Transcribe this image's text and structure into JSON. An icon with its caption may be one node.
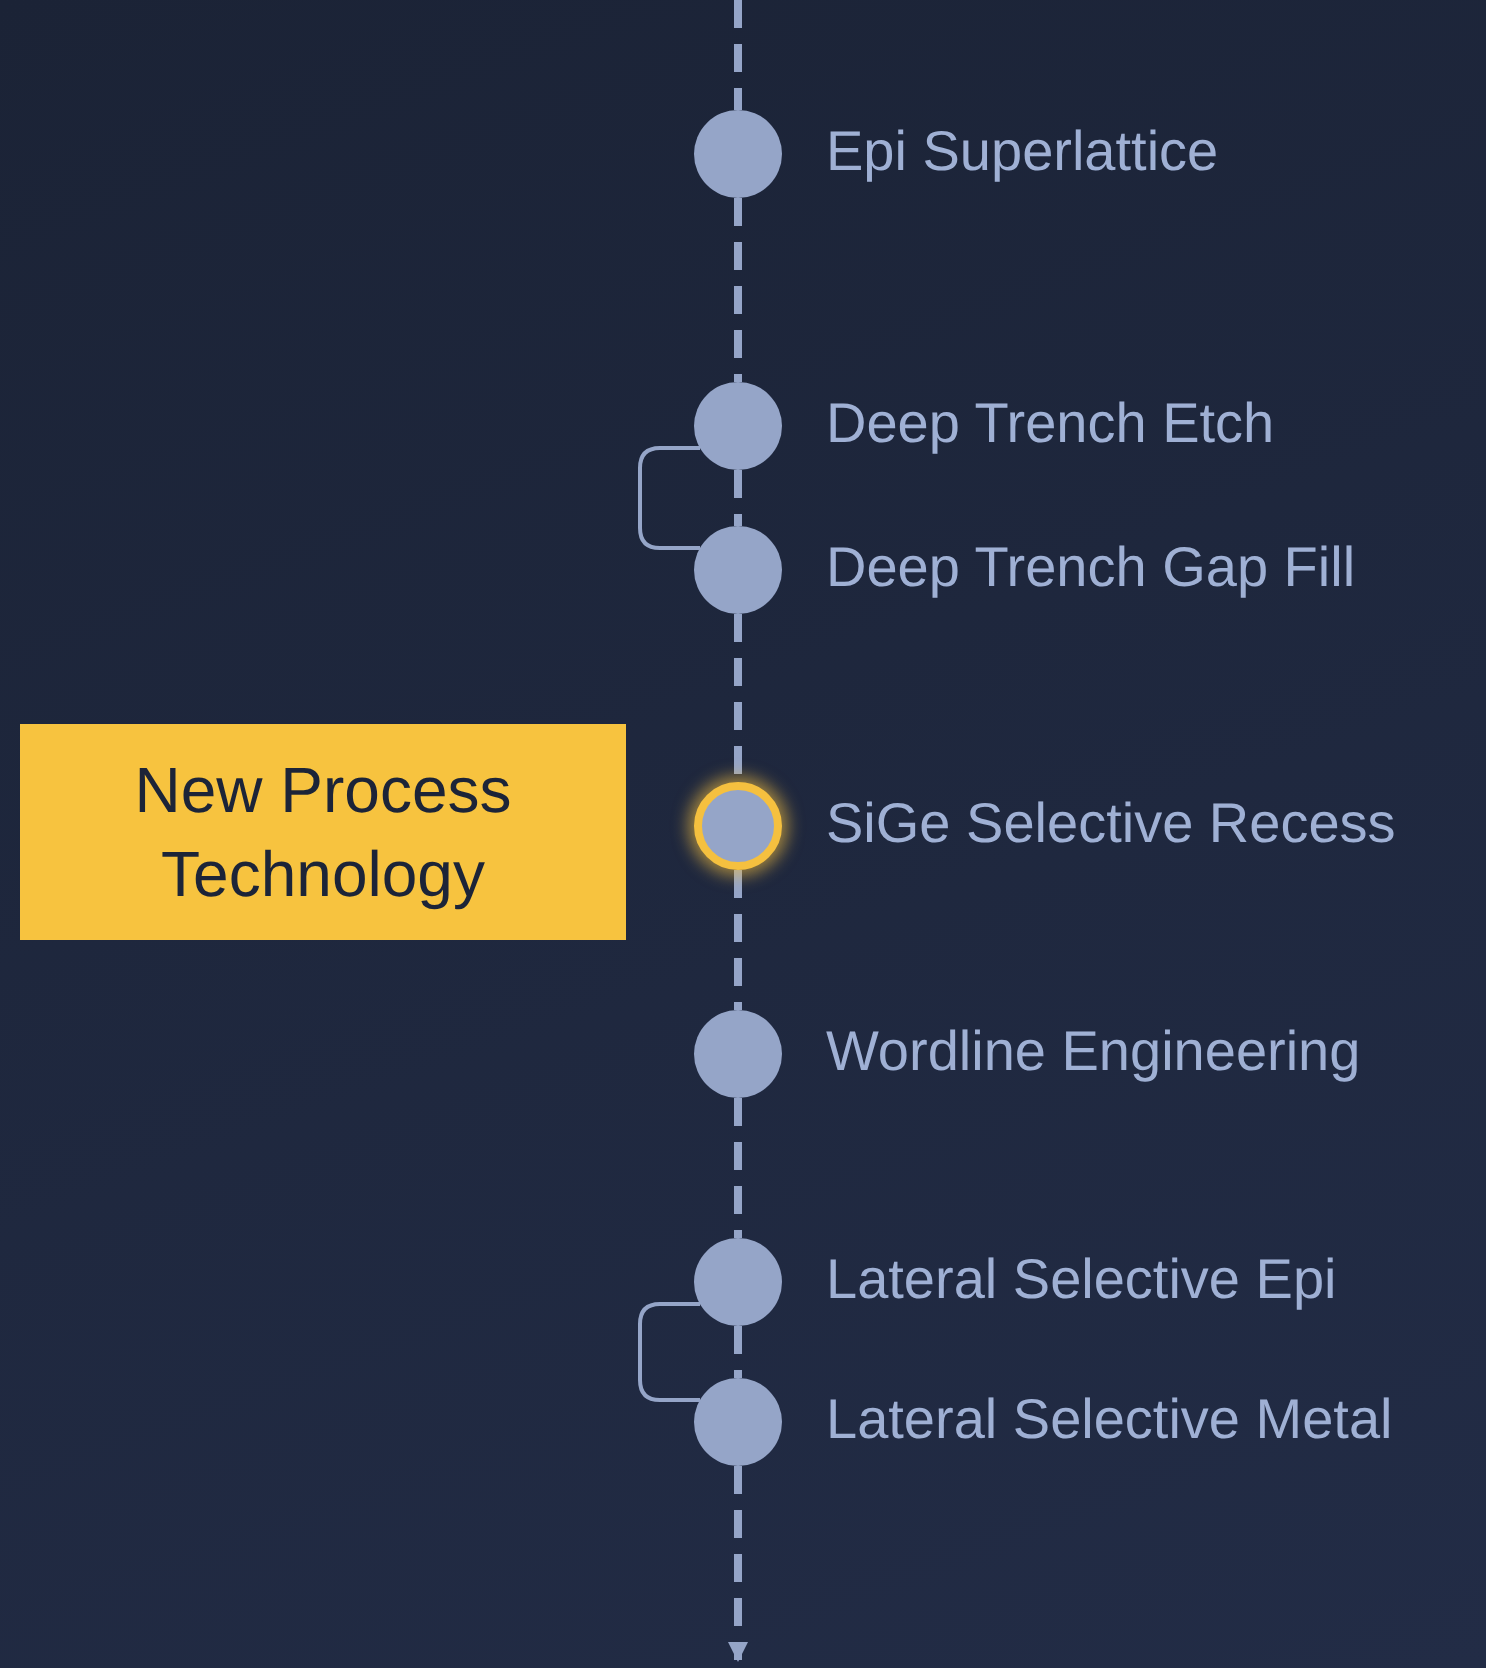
{
  "diagram": {
    "nodes": [
      {
        "text": [
          "Epi Superlattice"
        ]
      },
      {
        "text": [
          "Deep Trench Etch"
        ]
      },
      {
        "text": [
          "Deep Trench Gap Fill"
        ]
      },
      {
        "text": [
          "SiGe Selective Recess"
        ]
      },
      {
        "text": [
          "Wordline Engineering"
        ]
      },
      {
        "text": [
          "Lateral Selective Epi"
        ]
      },
      {
        "text": [
          "Lateral Selective Metal"
        ]
      },
      {
        "text": [
          "New Process Technology"
        ]
      }
    ],
    "edges": [
      {
        "from": null,
        "to": 0,
        "arrow": "none",
        "style": "dashed"
      },
      {
        "from": 0,
        "to": 1,
        "arrow": "none",
        "style": "dashed"
      },
      {
        "from": 1,
        "to": 2,
        "arrow": "none",
        "style": "dashed"
      },
      {
        "from": 1,
        "to": 2,
        "arrow": "none"
      },
      {
        "from": 2,
        "to": 3,
        "arrow": "none",
        "style": "dashed"
      },
      {
        "from": 3,
        "to": 4,
        "arrow": "none",
        "style": "dashed"
      },
      {
        "from": 4,
        "to": 5,
        "arrow": "none",
        "style": "dashed"
      },
      {
        "from": 5,
        "to": 6,
        "arrow": "none",
        "style": "dashed"
      },
      {
        "from": 5,
        "to": 6,
        "arrow": "none"
      },
      {
        "from": 6,
        "to": null,
        "arrow": "to",
        "style": "dashed"
      }
    ]
  }
}
